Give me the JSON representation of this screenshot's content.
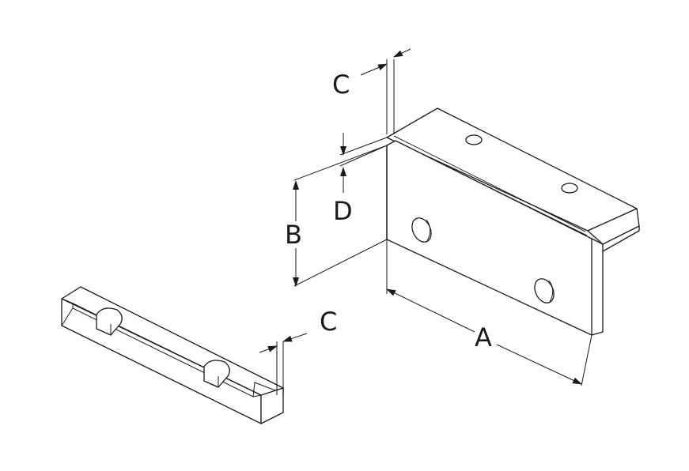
{
  "dimensions": {
    "a": "A",
    "b": "B",
    "c_top": "C",
    "c_bottom": "C",
    "d": "D"
  },
  "colors": {
    "line": "#1a1a1a",
    "background": "#ffffff"
  }
}
